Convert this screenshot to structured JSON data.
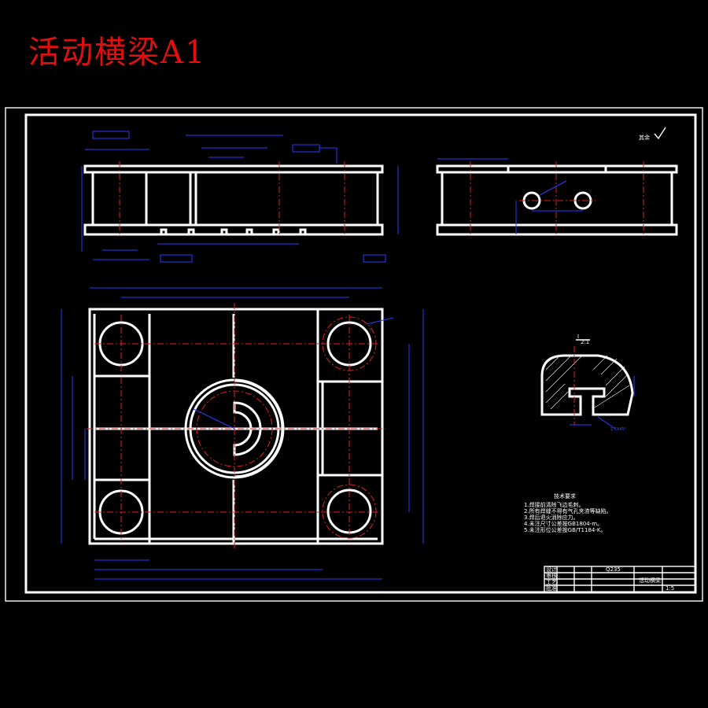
{
  "title": "活动横梁A1",
  "roughness_note": "其余",
  "section_label": "I",
  "section_scale": "2:1",
  "section_chamfer": "1.5X45°",
  "tech_req": {
    "heading": "技术要求",
    "lines": [
      "1.焊接前清除飞边毛刺。",
      "2.所有焊缝不得有气孔夹渣等缺陷。",
      "3.焊后退火消除应力。",
      "4.未注尺寸公差按GB1804-m。",
      "5.未注形位公差按GB/T1184-K。"
    ]
  },
  "title_block": {
    "drawing_name": "活动横梁",
    "scale": "1:5",
    "material": "Q235",
    "labels": [
      "设计",
      "审核",
      "工艺",
      "批准"
    ]
  }
}
